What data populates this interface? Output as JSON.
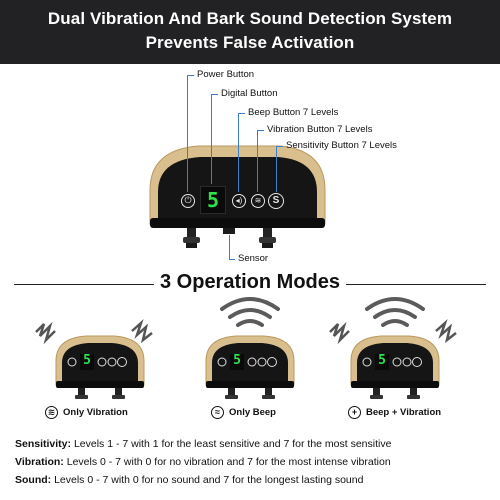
{
  "header": {
    "line1": "Dual Vibration And Bark Sound Detection System",
    "line2": "Prevents False Activation"
  },
  "device_labels": {
    "power": "Power Button",
    "digital": "Digital Button",
    "beep": "Beep Button 7 Levels",
    "vibration": "Vibration Button 7 Levels",
    "sensitivity": "Sensitivity Button 7 Levels",
    "sensor": "Sensor"
  },
  "display_digit": "5",
  "modes_title": "3 Operation Modes",
  "modes": [
    {
      "caption": "Only Vibration",
      "digit": "5"
    },
    {
      "caption": "Only Beep",
      "digit": "5"
    },
    {
      "caption": "Beep + Vibration",
      "digit": "5"
    }
  ],
  "specs": [
    {
      "term": "Sensitivity:",
      "text": " Levels 1 - 7 with 1 for the least sensitive and 7 for the most sensitive"
    },
    {
      "term": "Vibration:",
      "text": " Levels 0 - 7 with 0 for no vibration and 7 for the most intense vibration"
    },
    {
      "term": "Sound:",
      "text": " Levels 0 - 7 with 0 for no sound and 7 for the longest lasting sound"
    }
  ],
  "colors": {
    "header_bg": "#222224",
    "collar_gold": "#d9bf8e",
    "panel_black": "#151515",
    "digit_green": "#2fe24a",
    "connector_blue": "#3a7fc9"
  }
}
